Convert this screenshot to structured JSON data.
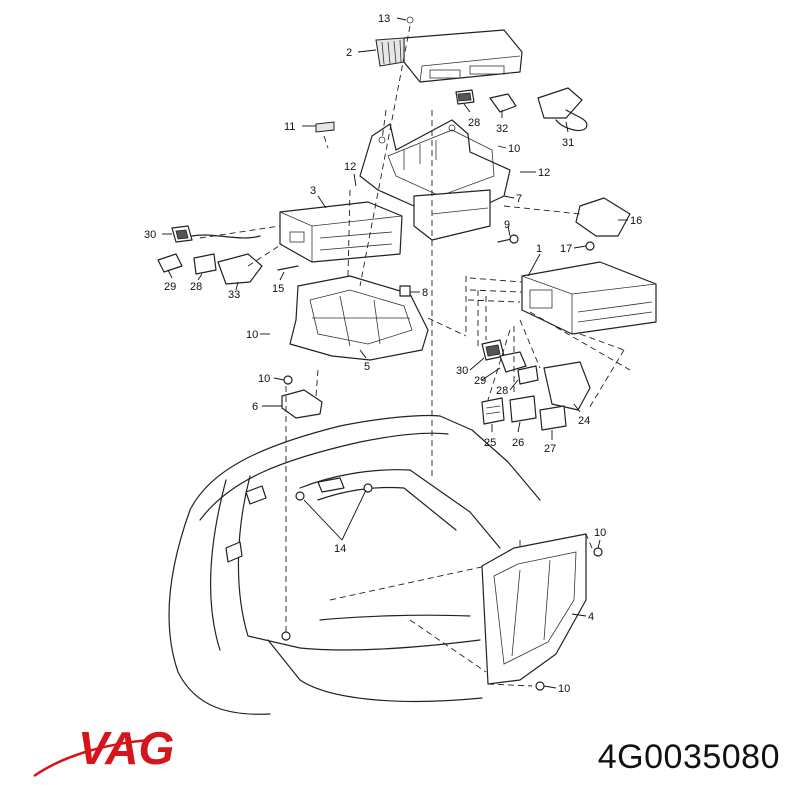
{
  "callouts": [
    {
      "key": "13",
      "text": "13"
    },
    {
      "key": "2",
      "text": "2"
    },
    {
      "key": "11",
      "text": "11"
    },
    {
      "key": "28a",
      "text": "28"
    },
    {
      "key": "32",
      "text": "32"
    },
    {
      "key": "31",
      "text": "31"
    },
    {
      "key": "10a",
      "text": "10"
    },
    {
      "key": "12a",
      "text": "12"
    },
    {
      "key": "12b",
      "text": "12"
    },
    {
      "key": "3",
      "text": "3"
    },
    {
      "key": "7",
      "text": "7"
    },
    {
      "key": "16",
      "text": "16"
    },
    {
      "key": "30a",
      "text": "30"
    },
    {
      "key": "9",
      "text": "9"
    },
    {
      "key": "17",
      "text": "17"
    },
    {
      "key": "1",
      "text": "1"
    },
    {
      "key": "29a",
      "text": "29"
    },
    {
      "key": "28b",
      "text": "28"
    },
    {
      "key": "33",
      "text": "33"
    },
    {
      "key": "15",
      "text": "15"
    },
    {
      "key": "8",
      "text": "8"
    },
    {
      "key": "10b",
      "text": "10"
    },
    {
      "key": "5",
      "text": "5"
    },
    {
      "key": "30b",
      "text": "30"
    },
    {
      "key": "29b",
      "text": "29"
    },
    {
      "key": "10c",
      "text": "10"
    },
    {
      "key": "28c",
      "text": "28"
    },
    {
      "key": "24",
      "text": "24"
    },
    {
      "key": "6",
      "text": "6"
    },
    {
      "key": "25",
      "text": "25"
    },
    {
      "key": "26",
      "text": "26"
    },
    {
      "key": "27",
      "text": "27"
    },
    {
      "key": "14",
      "text": "14"
    },
    {
      "key": "10d",
      "text": "10"
    },
    {
      "key": "4",
      "text": "4"
    },
    {
      "key": "10e",
      "text": "10"
    }
  ],
  "brand": {
    "logo_text": "VAG",
    "logo_color": "#d6141b",
    "part_number": "4G0035080"
  }
}
